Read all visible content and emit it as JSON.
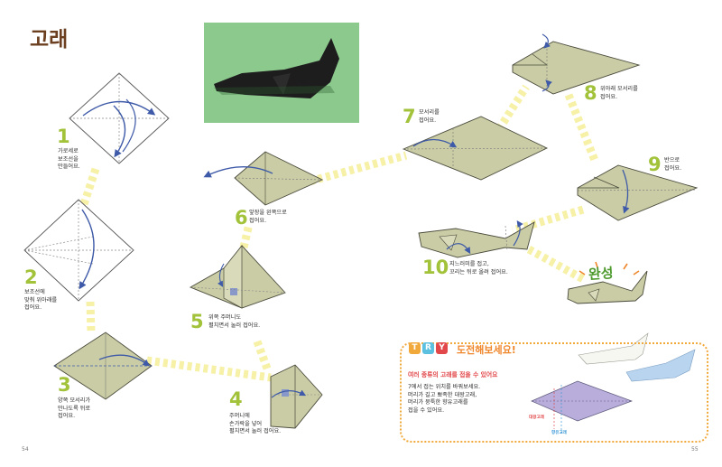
{
  "title": "고래",
  "steps": [
    {
      "num": "1",
      "text": "가로세로\n보조선을\n만들어요."
    },
    {
      "num": "2",
      "text": "보조선에\n맞춰 위아래를\n접어요."
    },
    {
      "num": "3",
      "text": "양쪽 모서리가\n만나도록 뒤로\n접어요."
    },
    {
      "num": "4",
      "text": "주머니에\n손가락을 넣어\n펼치면서 눌러 접어요."
    },
    {
      "num": "5",
      "text": "위쪽 주머니도\n펼치면서 눌러 접어요."
    },
    {
      "num": "6",
      "text": "앞장을 왼쪽으로\n접어요."
    },
    {
      "num": "7",
      "text": "모서리를\n접어요."
    },
    {
      "num": "8",
      "text": "위아래 모서리를\n접어요."
    },
    {
      "num": "9",
      "text": "반으로\n접어요."
    },
    {
      "num": "10",
      "text": "지느러미를 접고,\n꼬리는 뒤로 올려 접어요."
    }
  ],
  "complete_label": "완성",
  "try": {
    "letters": [
      "T",
      "R",
      "Y"
    ],
    "title": "도전해보세요!",
    "subtitle": "여러 종류의 고래를 접을 수 있어요",
    "body": "7에서 접는 위치를 바꿔보세요.\n머리가 길고 뾰족한 대왕고래,\n머리가 뭉툭한 향유고래를\n접을 수 있어요.",
    "label_blue_whale": "대왕고래",
    "label_sperm_whale": "향유고래"
  },
  "page_numbers": {
    "left": "54",
    "right": "55"
  },
  "colors": {
    "paper": "#c9cca4",
    "paper_edge": "#4a4a3c",
    "dashed_path": "#f6f1a6",
    "step_number": "#a2c23a",
    "arrow": "#3e5aa8",
    "title": "#6b3f1f",
    "photo_bg": "#8cc98d",
    "try_border": "#f2a93b",
    "try_title": "#f0862a",
    "try_subtitle": "#e2474a",
    "try_diagram": "#b8addb"
  }
}
